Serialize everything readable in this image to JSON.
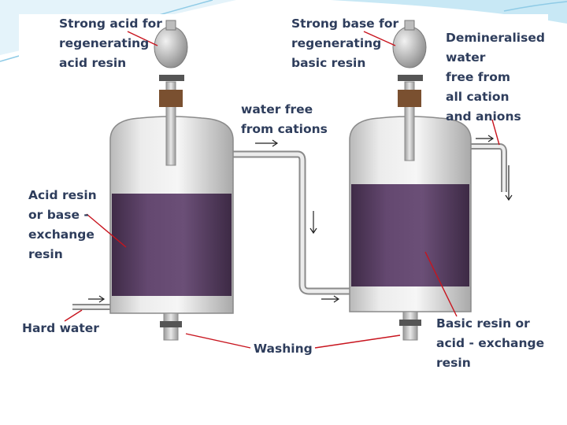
{
  "labels": {
    "strong_acid": [
      "Strong acid for",
      "regenerating",
      "acid resin"
    ],
    "strong_base": [
      "Strong base for",
      "regenerating",
      "basic resin"
    ],
    "demineralised": [
      "Demineralised",
      "water",
      "free from",
      "all cation",
      "and anions"
    ],
    "water_free": [
      "water free",
      "from cations"
    ],
    "acid_resin": [
      "Acid resin",
      "or base -",
      "exchange",
      "resin"
    ],
    "hard_water": "Hard water",
    "washing": "Washing",
    "basic_resin": [
      "Basic resin or",
      "acid - exchange",
      "resin"
    ]
  },
  "colors": {
    "label_text": "#2e3d5c",
    "pointer_line": "#c8141e",
    "resin": "#5a3c64",
    "tank_body": "#dcdcdc",
    "slide_accent": "#9fd3ea"
  }
}
